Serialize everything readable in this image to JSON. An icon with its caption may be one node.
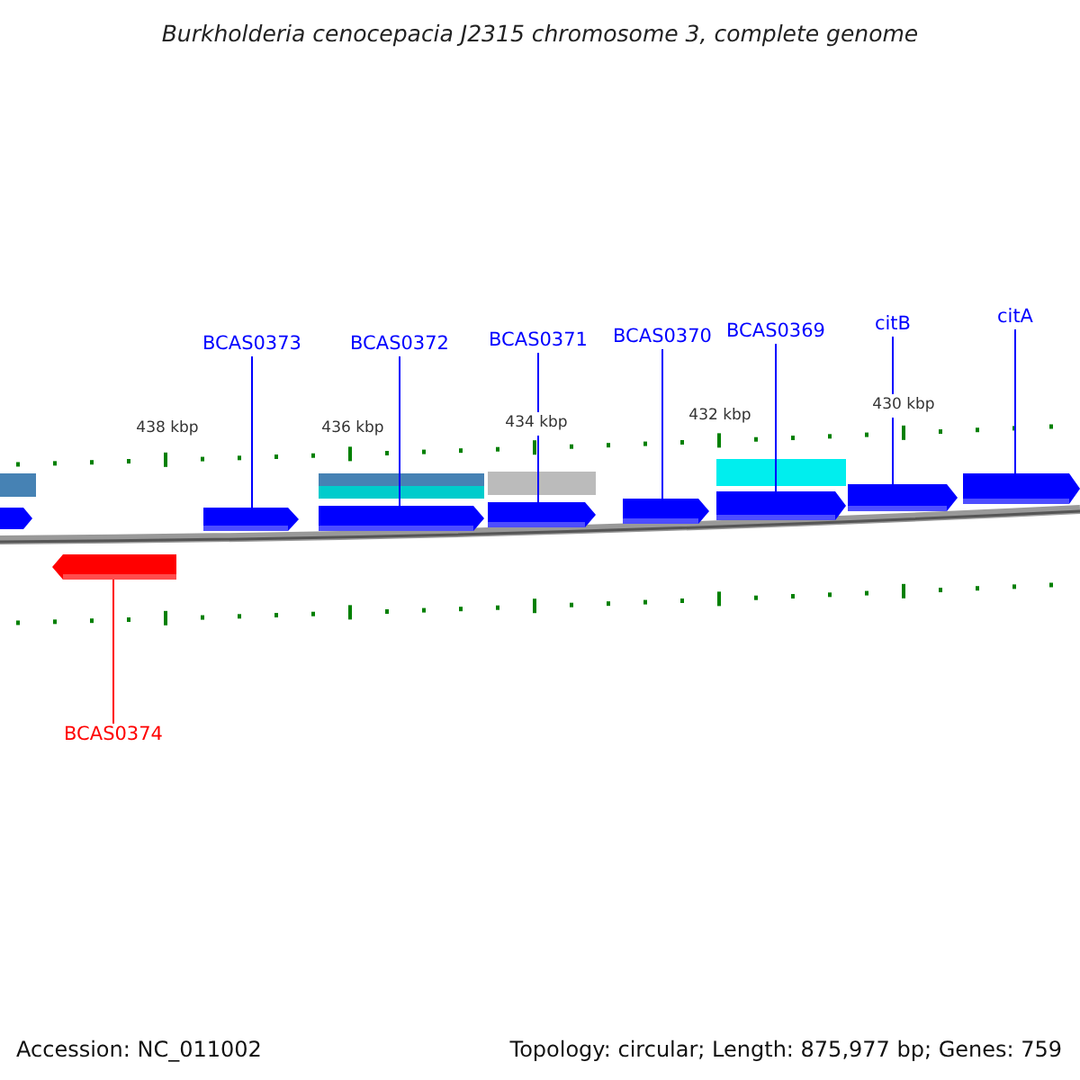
{
  "diagram": {
    "title": "Burkholderia cenocepacia J2315 chromosome 3, complete genome",
    "nodes": [
      {
        "text": [
          "BCAS0373"
        ]
      },
      {
        "text": [
          "BCAS0372"
        ]
      },
      {
        "text": [
          "BCAS0371"
        ]
      },
      {
        "text": [
          "BCAS0370"
        ]
      },
      {
        "text": [
          "BCAS0369"
        ]
      },
      {
        "text": [
          "citB"
        ]
      },
      {
        "text": [
          "citA"
        ]
      },
      {
        "text": [],
        "shape": "arrow"
      },
      {
        "text": [],
        "shape": "arrow"
      },
      {
        "text": [],
        "shape": "arrow"
      },
      {
        "text": [],
        "shape": "arrow"
      },
      {
        "text": [],
        "shape": "arrow"
      },
      {
        "text": [],
        "shape": "arrow"
      },
      {
        "text": [],
        "shape": "arrow"
      },
      {
        "text": [],
        "shape": "arrow"
      },
      {
        "text": [
          "BCAS0374"
        ]
      }
    ],
    "edges": [
      {
        "from": 0,
        "to": 7,
        "arrow": "none"
      },
      {
        "from": 1,
        "to": 8,
        "arrow": "none"
      },
      {
        "from": 2,
        "to": 9,
        "arrow": "none"
      },
      {
        "from": 3,
        "to": 10,
        "arrow": "none"
      },
      {
        "from": 4,
        "to": 11,
        "arrow": "none"
      },
      {
        "from": 5,
        "to": 12,
        "arrow": "none"
      },
      {
        "from": 6,
        "to": 13,
        "arrow": "none"
      },
      {
        "from": 15,
        "to": 14,
        "arrow": "none",
        "color": "#ff0000"
      }
    ],
    "labels": [
      "438 kbp",
      "436 kbp",
      "434 kbp",
      "432 kbp",
      "430 kbp",
      "Accession: NC_011002",
      "Topology: circular; Length: 875,977 bp; Genes: 759"
    ]
  }
}
